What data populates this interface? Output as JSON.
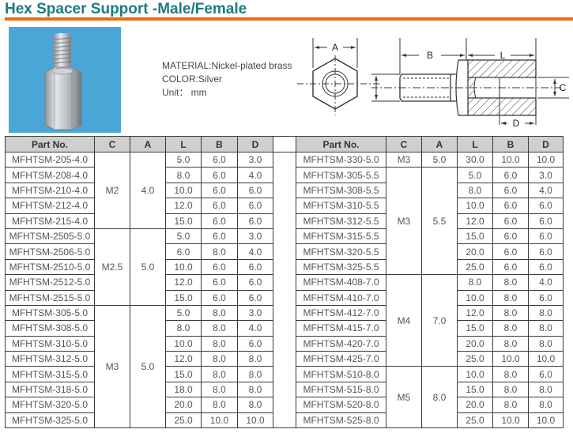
{
  "page": {
    "title": "Hex Spacer Support -Male/Female",
    "accent_color": "#f26a10",
    "title_color": "#1d7c7c"
  },
  "product_image": {
    "icon": "hex-spacer-photo",
    "background": "#4aa6d6"
  },
  "specs": {
    "material": "MATERIAL:Nickel-plated brass",
    "color": "COLOR:Silver",
    "unit": "Unit： mm"
  },
  "diagram": {
    "labels": {
      "A": "A",
      "B": "B",
      "L": "L",
      "C": "C",
      "D": "D"
    }
  },
  "table": {
    "headers": [
      "Part No.",
      "C",
      "A",
      "L",
      "B",
      "D"
    ],
    "left_groups": [
      {
        "C": "M2",
        "A": "4.0",
        "rows": [
          {
            "part": "MFHTSM-205-4.0",
            "L": "5.0",
            "B": "6.0",
            "D": "3.0"
          },
          {
            "part": "MFHTSM-208-4.0",
            "L": "8.0",
            "B": "6.0",
            "D": "4.0"
          },
          {
            "part": "MFHTSM-210-4.0",
            "L": "10.0",
            "B": "6.0",
            "D": "6.0"
          },
          {
            "part": "MFHTSM-212-4.0",
            "L": "12.0",
            "B": "6.0",
            "D": "6.0"
          },
          {
            "part": "MFHTSM-215-4.0",
            "L": "15.0",
            "B": "6.0",
            "D": "6.0"
          }
        ]
      },
      {
        "C": "M2.5",
        "A": "5.0",
        "rows": [
          {
            "part": "MFHTSM-2505-5.0",
            "L": "5.0",
            "B": "6.0",
            "D": "3.0"
          },
          {
            "part": "MFHTSM-2506-5.0",
            "L": "6.0",
            "B": "8.0",
            "D": "4.0"
          },
          {
            "part": "MFHTSM-2510-5.0",
            "L": "10.0",
            "B": "6.0",
            "D": "6.0"
          },
          {
            "part": "MFHTSM-2512-5.0",
            "L": "12.0",
            "B": "6.0",
            "D": "6.0"
          },
          {
            "part": "MFHTSM-2515-5.0",
            "L": "15.0",
            "B": "6.0",
            "D": "6.0"
          }
        ]
      },
      {
        "C": "M3",
        "A": "5.0",
        "rows": [
          {
            "part": "MFHTSM-305-5.0",
            "L": "5.0",
            "B": "8.0",
            "D": "3.0"
          },
          {
            "part": "MFHTSM-308-5.0",
            "L": "8.0",
            "B": "8.0",
            "D": "4.0"
          },
          {
            "part": "MFHTSM-310-5.0",
            "L": "10.0",
            "B": "8.0",
            "D": "6.0"
          },
          {
            "part": "MFHTSM-312-5.0",
            "L": "12.0",
            "B": "8.0",
            "D": "8.0"
          },
          {
            "part": "MFHTSM-315-5.0",
            "L": "15.0",
            "B": "8.0",
            "D": "8.0"
          },
          {
            "part": "MFHTSM-318-5.0",
            "L": "18.0",
            "B": "8.0",
            "D": "8.0"
          },
          {
            "part": "MFHTSM-320-5.0",
            "L": "20.0",
            "B": "8.0",
            "D": "8.0"
          },
          {
            "part": "MFHTSM-325-5.0",
            "L": "25.0",
            "B": "10.0",
            "D": "10.0"
          }
        ]
      }
    ],
    "right_groups": [
      {
        "C": "M3",
        "A": "5.0",
        "rows": [
          {
            "part": "MFHTSM-330-5.0",
            "L": "30.0",
            "B": "10.0",
            "D": "10.0"
          }
        ]
      },
      {
        "C": "M3",
        "A": "5.5",
        "rows": [
          {
            "part": "MFHTSM-305-5.5",
            "L": "5.0",
            "B": "6.0",
            "D": "3.0"
          },
          {
            "part": "MFHTSM-308-5.5",
            "L": "8.0",
            "B": "6.0",
            "D": "4.0"
          },
          {
            "part": "MFHTSM-310-5.5",
            "L": "10.0",
            "B": "6.0",
            "D": "6.0"
          },
          {
            "part": "MFHTSM-312-5.5",
            "L": "12.0",
            "B": "6.0",
            "D": "6.0"
          },
          {
            "part": "MFHTSM-315-5.5",
            "L": "15.0",
            "B": "6.0",
            "D": "6.0"
          },
          {
            "part": "MFHTSM-320-5.5",
            "L": "20.0",
            "B": "6.0",
            "D": "6.0"
          },
          {
            "part": "MFHTSM-325-5.5",
            "L": "25.0",
            "B": "6.0",
            "D": "6.0"
          }
        ]
      },
      {
        "C": "M4",
        "A": "7.0",
        "rows": [
          {
            "part": "MFHTSM-408-7.0",
            "L": "8.0",
            "B": "8.0",
            "D": "4.0"
          },
          {
            "part": "MFHTSM-410-7.0",
            "L": "10.0",
            "B": "8.0",
            "D": "6.0"
          },
          {
            "part": "MFHTSM-412-7.0",
            "L": "12.0",
            "B": "8.0",
            "D": "8.0"
          },
          {
            "part": "MFHTSM-415-7.0",
            "L": "15.0",
            "B": "8.0",
            "D": "8.0"
          },
          {
            "part": "MFHTSM-420-7.0",
            "L": "20.0",
            "B": "8.0",
            "D": "8.0"
          },
          {
            "part": "MFHTSM-425-7.0",
            "L": "25.0",
            "B": "10.0",
            "D": "10.0"
          }
        ]
      },
      {
        "C": "M5",
        "A": "8.0",
        "rows": [
          {
            "part": "MFHTSM-510-8.0",
            "L": "10.0",
            "B": "8.0",
            "D": "6.0"
          },
          {
            "part": "MFHTSM-515-8.0",
            "L": "15.0",
            "B": "8.0",
            "D": "8.0"
          },
          {
            "part": "MFHTSM-520-8.0",
            "L": "20.0",
            "B": "8.0",
            "D": "8.0"
          },
          {
            "part": "MFHTSM-525-8.0",
            "L": "25.0",
            "B": "10.0",
            "D": "10.0"
          }
        ]
      }
    ]
  }
}
